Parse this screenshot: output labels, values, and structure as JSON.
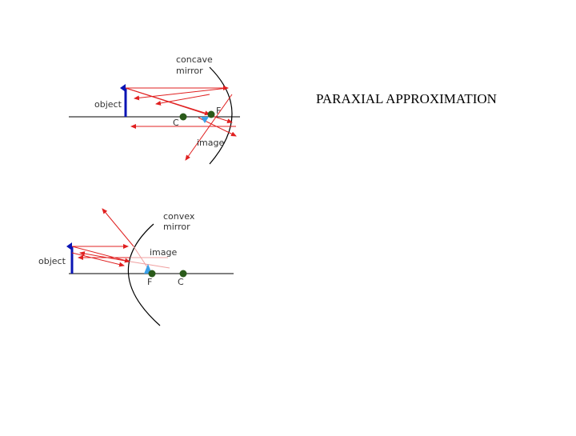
{
  "slide_title": "PARAXIAL APPROXIMATION",
  "concave_diagram": {
    "mirror_label_line1": "concave",
    "mirror_label_line2": "mirror",
    "object_label": "object",
    "focus_label": "F",
    "center_label": "C",
    "image_label": "image"
  },
  "convex_diagram": {
    "mirror_label_line1": "convex",
    "mirror_label_line2": "mirror",
    "object_label": "object",
    "image_label": "image",
    "focus_label": "F",
    "center_label": "C"
  },
  "colors": {
    "ray": "#e02020",
    "axis": "#000000",
    "object_arrow": "#0a14b4",
    "image_arrow": "#3aa0e8",
    "point_marker": "#2a5a1a",
    "faint_ray": "#f0a0a0"
  }
}
